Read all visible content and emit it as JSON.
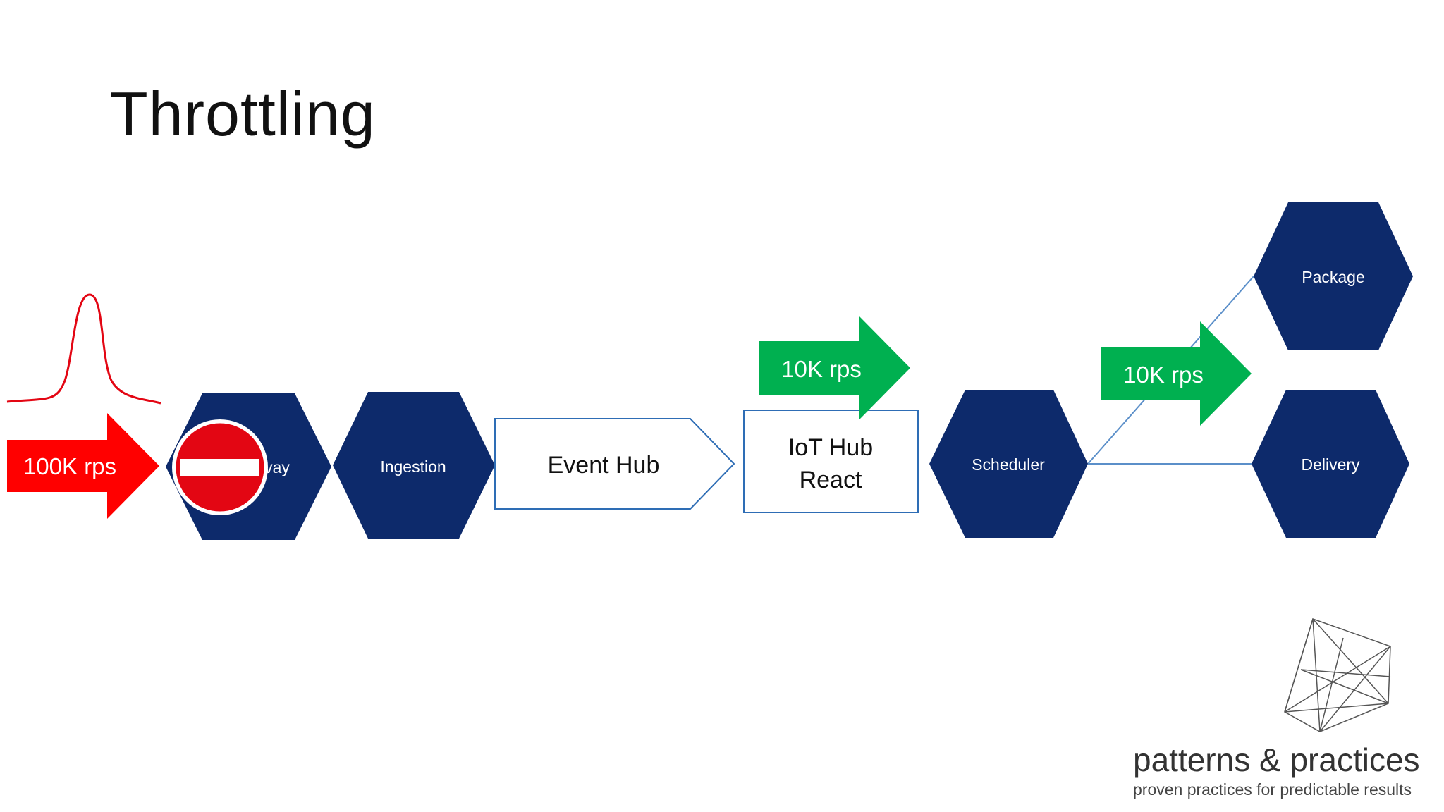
{
  "slide": {
    "title": "Throttling"
  },
  "nodes": {
    "gateway": "vay",
    "ingestion": "Ingestion",
    "event_hub": "Event Hub",
    "iot_hub_line1": "IoT Hub",
    "iot_hub_line2": "React",
    "scheduler": "Scheduler",
    "package": "Package",
    "delivery": "Delivery"
  },
  "arrows": {
    "incoming": "100K rps",
    "to_iot_hub": "10K rps",
    "to_services": "10K rps"
  },
  "logo": {
    "name": "patterns & practices",
    "tagline": "proven practices for predictable results"
  },
  "colors": {
    "hex_fill": "#0d2a6b",
    "box_stroke": "#2e6db5",
    "green_arrow": "#00b050",
    "red_arrow": "#ff0000",
    "connector": "#5b8fc9"
  }
}
